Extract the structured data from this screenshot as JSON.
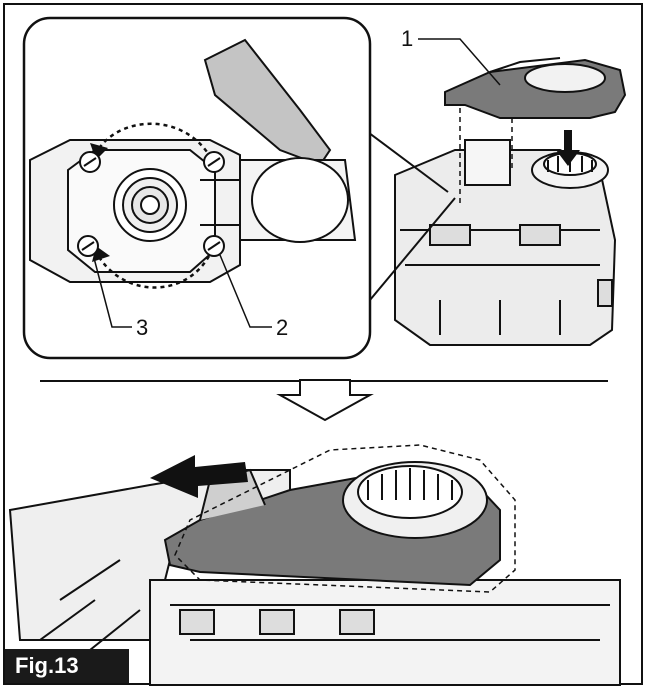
{
  "figure": {
    "label": "Fig.13",
    "callouts": [
      "1",
      "2",
      "3"
    ]
  },
  "colors": {
    "ink": "#111111",
    "part_fill": "#7a7a7a",
    "part_fill_light": "#9a9a9a",
    "tool_fill": "#e9e9e9",
    "label_bg": "#1a1a1a"
  }
}
